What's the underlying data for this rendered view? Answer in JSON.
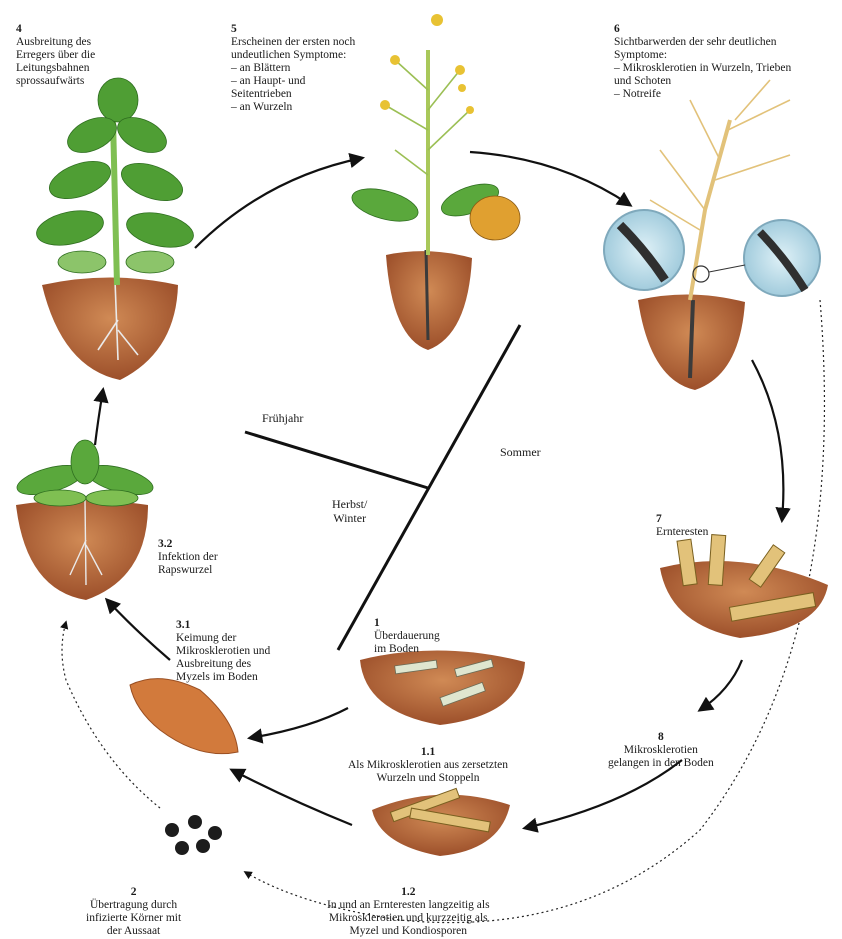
{
  "seasons": {
    "spring": "Frühjahr",
    "summer": "Sommer",
    "autumn_winter": "Herbst/\nWinter"
  },
  "stages": {
    "s4": {
      "num": "4",
      "text": "Ausbreitung des\nErregers über die\nLeitungsbahnen\nsprossaufwärts"
    },
    "s5": {
      "num": "5",
      "text": "Erscheinen der ersten  noch\nundeutlichen Symptome:\n– an Blättern\n– an Haupt- und\n   Seitentrieben\n– an Wurzeln"
    },
    "s6": {
      "num": "6",
      "text": "Sichtbarwerden der sehr deutlichen\nSymptome:\n– Mikrosklerotien in Wurzeln, Trieben\n   und Schoten\n– Notreife"
    },
    "s7": {
      "num": "7",
      "text": "Ernteresten"
    },
    "s8": {
      "num": "8",
      "text": "Mikrosklerotien\ngelangen in den Boden"
    },
    "s1": {
      "num": "1",
      "text": "Überdauerung\nim Boden"
    },
    "s1_1": {
      "num": "1.1",
      "text": "Als Mikrosklerotien aus zersetzten\nWurzeln und Stoppeln"
    },
    "s1_2": {
      "num": "1.2",
      "text": "In und an Ernteresten langzeitig als\nMikrosklerotien und kurzzeitig als\nMyzel und Kondiosporen"
    },
    "s2": {
      "num": "2",
      "text": "Übertragung durch\ninfizierte Körner mit\nder Aussaat"
    },
    "s3_1": {
      "num": "3.1",
      "text": "Keimung der\nMikrosklerotien und\nAusbreitung des\nMyzels im Boden"
    },
    "s3_2": {
      "num": "3.2",
      "text": "Infektion der\nRapswurzel"
    }
  },
  "colors": {
    "soil": "#b7663a",
    "leaf": "#5aa83c",
    "stem_dry": "#e2c27a",
    "flower": "#e8c233",
    "arrow": "#111111"
  }
}
